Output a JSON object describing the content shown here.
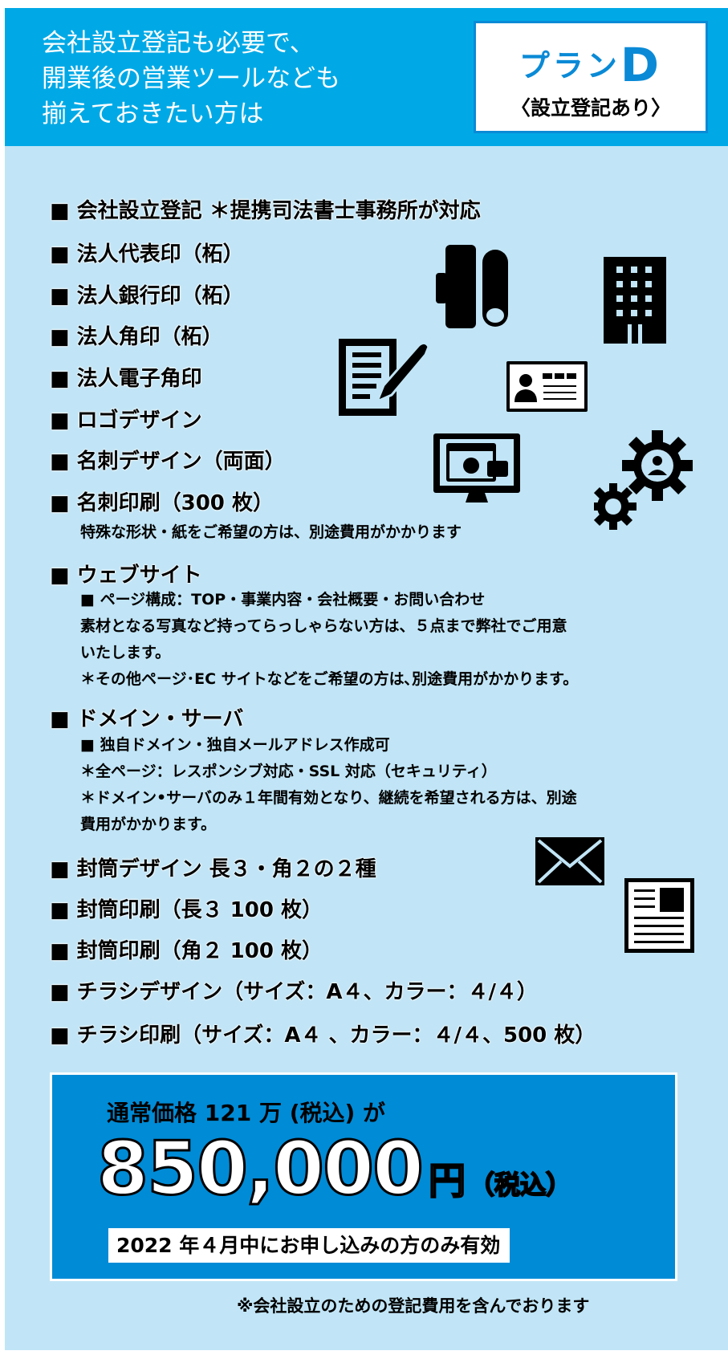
{
  "header": {
    "lines": [
      "会社設立登記も必要で、",
      "開業後の営業ツールなども",
      "揃えておきたい方は"
    ],
    "badge_title": "プラン",
    "badge_letter": "D",
    "badge_sub": "〈設立登記あり〉"
  },
  "items": [
    "■ 会社設立登記 ＊提携司法書士事務所が対応",
    "■ 法人代表印（柘）",
    "■ 法人銀行印（柘）",
    "■ 法人角印（柘）",
    "■ 法人電子角印",
    "■ ロゴデザイン",
    "■ 名刺デザイン（両面）",
    "■ 名刺印刷（300 枚）",
    "■ ウェブサイト",
    "■ ドメイン・サーバ",
    "■ 封筒デザイン 長３・角２の２種",
    "■ 封筒印刷（長３ 100 枚）",
    "■ 封筒印刷（角２ 100 枚）",
    "■ チラシデザイン（サイズ：A４、カラー：４/４）",
    "■ チラシ印刷（サイズ：A４ 、カラー：４/４、500 枚）"
  ],
  "notes": {
    "meishi": "特殊な形状・紙をご希望の方は、別途費用がかかります",
    "web": [
      "■ ページ構成：TOP・事業内容・会社概要・お問い合わせ",
      "素材となる写真など持ってらっしゃらない方は、５点まで弊社でご用意",
      "いたします。",
      "＊その他ページ･EC サイトなどをご希望の方は､別途費用がかかります。"
    ],
    "domain": [
      "■ 独自ドメイン・独自メールアドレス作成可",
      "＊全ページ：レスポンシブ対応・SSL 対応（セキュリティ）",
      "＊ドメイン•サーバのみ１年間有効となり、継続を希望される方は、別途",
      "費用がかかります。"
    ]
  },
  "price": {
    "regular": "通常価格 121 万 (税込) が",
    "amount": "850,000",
    "yen": "円",
    "tax": "（税込）",
    "valid": "2022 年４月中にお申し込みの方のみ有効"
  },
  "footnote": "※会社設立のための登記費用を含んでおります",
  "colors": {
    "header": "#00a9e6",
    "background": "#c1e5f6",
    "price_box": "#008bd6",
    "badge": "#0a8ad6"
  }
}
